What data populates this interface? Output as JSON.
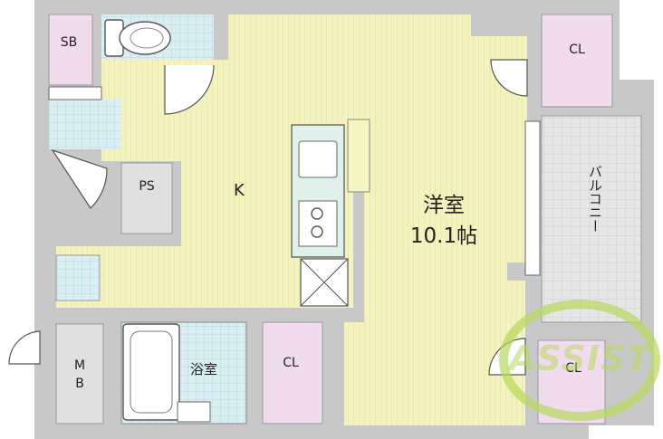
{
  "rooms": {
    "western_room": {
      "name": "洋室",
      "size": "10.1帖"
    },
    "kitchen": "K",
    "bathroom": "浴室",
    "balcony": "バルコニー",
    "closet_top": "CL",
    "closet_bottom_left": "CL",
    "closet_bottom_right": "CL",
    "shoe_box": "SB",
    "pipe_space": "PS",
    "meter_box": "MB"
  },
  "watermark": {
    "text": "ASSIST"
  },
  "colors": {
    "wall": "#c8c8c8",
    "floor": "#f4f2be",
    "wet_area": "#d9eff3",
    "closet": "#f1dcef",
    "balcony": "#e3e3e3",
    "kitchen_counter": "#dff1ea",
    "watermark": "#b6d95c"
  }
}
